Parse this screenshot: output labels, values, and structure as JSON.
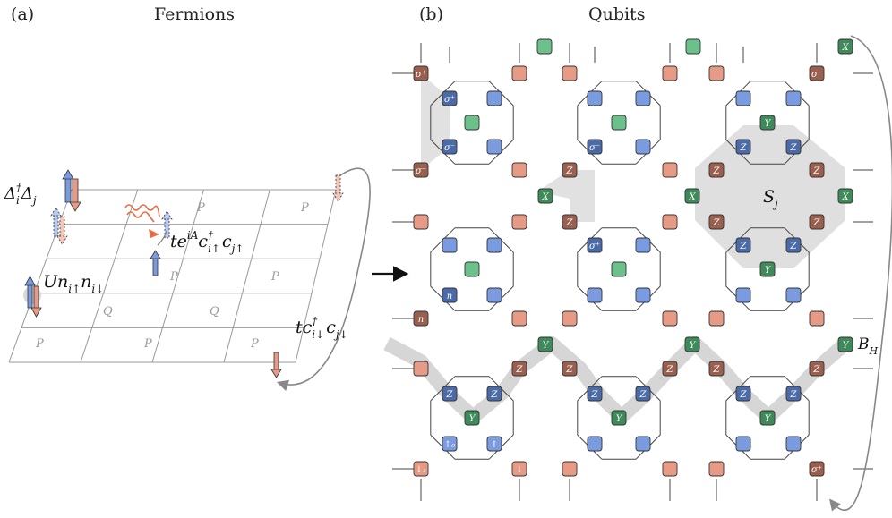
{
  "panels": {
    "a": {
      "tag": "(a)",
      "title": "Fermions"
    },
    "b": {
      "tag": "(b)",
      "title": "Qubits"
    }
  },
  "fermion_terms": {
    "pair": "Δ",
    "pair_sub": "i",
    "pair_sup": "†",
    "pair2": "Δ",
    "pair2_sub": "j",
    "hop_up_t": "te",
    "hop_up_exp": "iA",
    "hop_up_c": "c",
    "hop_up_c_sup": "†",
    "hop_up_c_sub": "i↑",
    "hop_up_c2": "c",
    "hop_up_c2_sub": "j↑",
    "hubbard_U": "Un",
    "hubbard_sub1": "i↑",
    "hubbard_n": "n",
    "hubbard_sub2": "i↓",
    "hop_dn_t": "tc",
    "hop_dn_sup": "†",
    "hop_dn_sub": "i↓",
    "hop_dn_c": "c",
    "hop_dn_c_sub": "j↓"
  },
  "plaquettes": {
    "P": "P",
    "Q": "Q"
  },
  "qubit_labels": {
    "Z": "Z",
    "Y": "Y",
    "X": "X",
    "sigma_minus": "σ⁻",
    "sigma_plus": "σ⁺",
    "n": "n",
    "up": "↑",
    "down": "↓",
    "up_sub": "↑₀",
    "down_sub": "↓₁"
  },
  "stabilizer": {
    "S": "S",
    "S_sub": "j"
  },
  "hamiltonian": {
    "B": "B",
    "B_sub": "H"
  },
  "colors": {
    "blue": "#7b9be0",
    "blue_dark": "#4a6aa8",
    "salmon": "#e79a86",
    "brown": "#9a5f4f",
    "green": "#6cc08a",
    "green_dark": "#3f8a5a",
    "highlight": "#dcdcdc",
    "wave": "#e86b45",
    "spin_up": "#7b9be0",
    "spin_dn": "#e79a86"
  }
}
